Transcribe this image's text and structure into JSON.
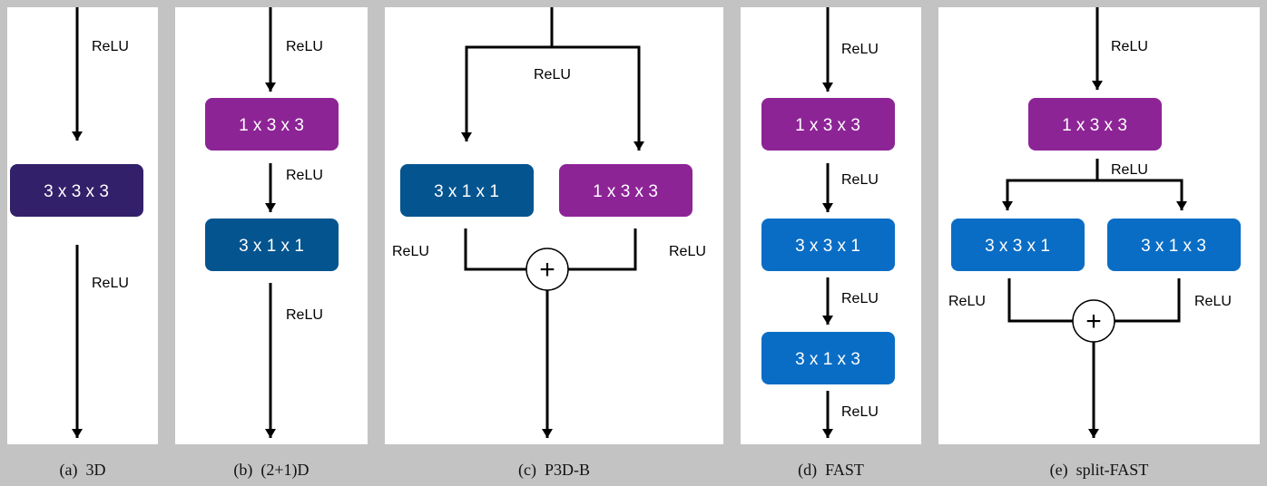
{
  "colors": {
    "background": "#c3c3c3",
    "panel": "#ffffff",
    "box_3d": "#33206a",
    "box_temporal_dark": "#04548f",
    "box_spatial": "#8d2496",
    "box_fast": "#0a6dc5",
    "line": "#000000"
  },
  "activation_label": "ReLU",
  "sum_symbol": "+",
  "panels": {
    "a": {
      "caption": "(a)  3D",
      "boxes": [
        "3 x 3 x 3"
      ]
    },
    "b": {
      "caption": "(b)  (2+1)D",
      "boxes": [
        "1 x 3 x 3",
        "3 x 1 x 1"
      ]
    },
    "c": {
      "caption": "(c)  P3D-B",
      "boxes": [
        "3 x 1 x 1",
        "1 x 3 x 3"
      ]
    },
    "d": {
      "caption": "(d)  FAST",
      "boxes": [
        "1 x 3 x 3",
        "3 x 3 x 1",
        "3 x 1 x 3"
      ]
    },
    "e": {
      "caption": "(e)  split-FAST",
      "boxes": [
        "1 x 3 x 3",
        "3 x 3 x 1",
        "3 x 1 x 3"
      ]
    }
  }
}
